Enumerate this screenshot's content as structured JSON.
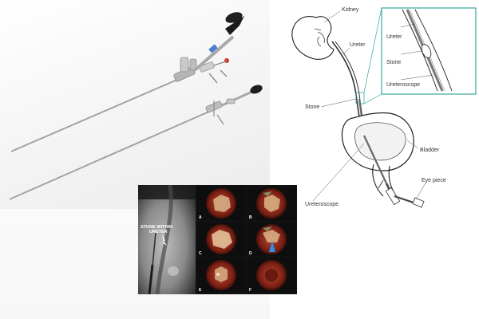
{
  "labels": {
    "kidney": "Kidney",
    "ureter": "Ureter",
    "stone": "Stone",
    "inset_ureter": "Ureter",
    "inset_stone": "Stone",
    "inset_ureteroscope": "Ureteroscope",
    "bladder": "Bladder",
    "eye_piece": "Eye piece",
    "ureteroscope": "Ureteroscope"
  },
  "xray": {
    "caption_line1": "STONE WITHIN",
    "caption_line2": "URETER"
  },
  "tiles": [
    {
      "letter": "A"
    },
    {
      "letter": "B"
    },
    {
      "letter": "C"
    },
    {
      "letter": "D"
    },
    {
      "letter": "E"
    },
    {
      "letter": "F"
    }
  ],
  "colors": {
    "inset_border": "#3aa79a",
    "arrow_blue": "#2f8fe0",
    "tissue_red": "#a8301f",
    "stone_tan": "#d9b58a"
  }
}
